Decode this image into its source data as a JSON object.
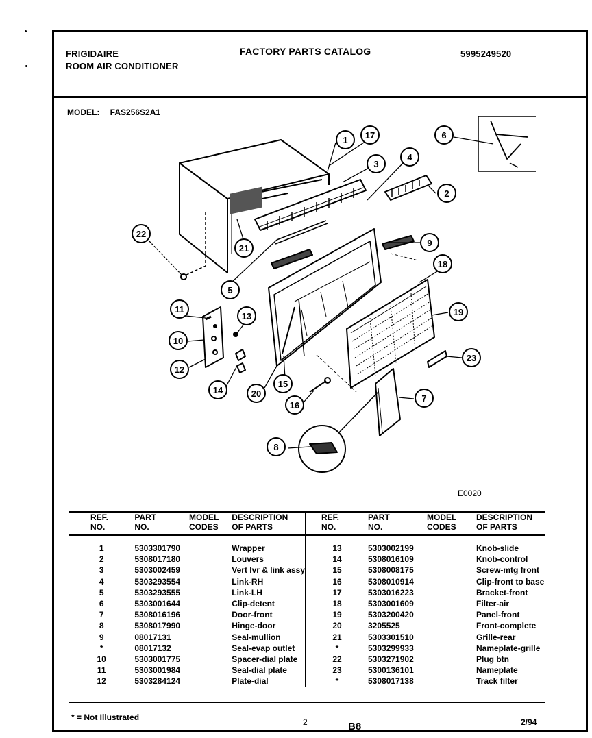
{
  "header": {
    "brand": "FRIGIDAIRE",
    "product": "ROOM AIR CONDITIONER",
    "catalog_title": "FACTORY PARTS CATALOG",
    "catalog_number": "5995249520"
  },
  "model": {
    "label": "MODEL:",
    "value": "FAS256S2A1"
  },
  "diagram": {
    "callouts": [
      "1",
      "2",
      "3",
      "4",
      "5",
      "6",
      "7",
      "8",
      "9",
      "10",
      "11",
      "12",
      "13",
      "14",
      "15",
      "16",
      "17",
      "18",
      "19",
      "20",
      "21",
      "22",
      "23"
    ],
    "code": "E0020"
  },
  "table_headers": {
    "ref": "REF.",
    "no": "NO.",
    "part": "PART",
    "part_no": "NO.",
    "model": "MODEL",
    "codes": "CODES",
    "description": "DESCRIPTION",
    "of_parts": "OF PARTS"
  },
  "parts_left": [
    {
      "ref": "1",
      "part": "5303301790",
      "desc": "Wrapper"
    },
    {
      "ref": "2",
      "part": "5308017180",
      "desc": "Louvers"
    },
    {
      "ref": "3",
      "part": "5303002459",
      "desc": "Vert lvr & link assy"
    },
    {
      "ref": "4",
      "part": "5303293554",
      "desc": "Link-RH"
    },
    {
      "ref": "5",
      "part": "5303293555",
      "desc": "Link-LH"
    },
    {
      "ref": "6",
      "part": "5303001644",
      "desc": "Clip-detent"
    },
    {
      "ref": "7",
      "part": "5308016196",
      "desc": "Door-front"
    },
    {
      "ref": "8",
      "part": "5308017990",
      "desc": "Hinge-door"
    },
    {
      "ref": "9",
      "part": "08017131",
      "desc": "Seal-mullion"
    },
    {
      "ref": "*",
      "part": "08017132",
      "desc": "Seal-evap outlet"
    },
    {
      "ref": "10",
      "part": "5303001775",
      "desc": "Spacer-dial plate"
    },
    {
      "ref": "11",
      "part": "5303001984",
      "desc": "Seal-dial plate"
    },
    {
      "ref": "12",
      "part": "5303284124",
      "desc": "Plate-dial"
    }
  ],
  "parts_right": [
    {
      "ref": "13",
      "part": "5303002199",
      "desc": "Knob-slide"
    },
    {
      "ref": "14",
      "part": "5308016109",
      "desc": "Knob-control"
    },
    {
      "ref": "15",
      "part": "5308008175",
      "desc": "Screw-mtg front"
    },
    {
      "ref": "16",
      "part": "5308010914",
      "desc": "Clip-front to base"
    },
    {
      "ref": "17",
      "part": "5303016223",
      "desc": "Bracket-front"
    },
    {
      "ref": "18",
      "part": "5303001609",
      "desc": "Filter-air"
    },
    {
      "ref": "19",
      "part": "5303200420",
      "desc": "Panel-front"
    },
    {
      "ref": "20",
      "part": "3205525",
      "desc": "Front-complete"
    },
    {
      "ref": "21",
      "part": "5303301510",
      "desc": "Grille-rear"
    },
    {
      "ref": "*",
      "part": "5303299933",
      "desc": "Nameplate-grille"
    },
    {
      "ref": "22",
      "part": "5303271902",
      "desc": "Plug btn"
    },
    {
      "ref": "23",
      "part": "5300136101",
      "desc": "Nameplate"
    },
    {
      "ref": "*",
      "part": "5308017138",
      "desc": "Track filter"
    }
  ],
  "footer": {
    "note": "* = Not Illustrated",
    "page_number": "2",
    "section": "B8",
    "date": "2/94"
  }
}
